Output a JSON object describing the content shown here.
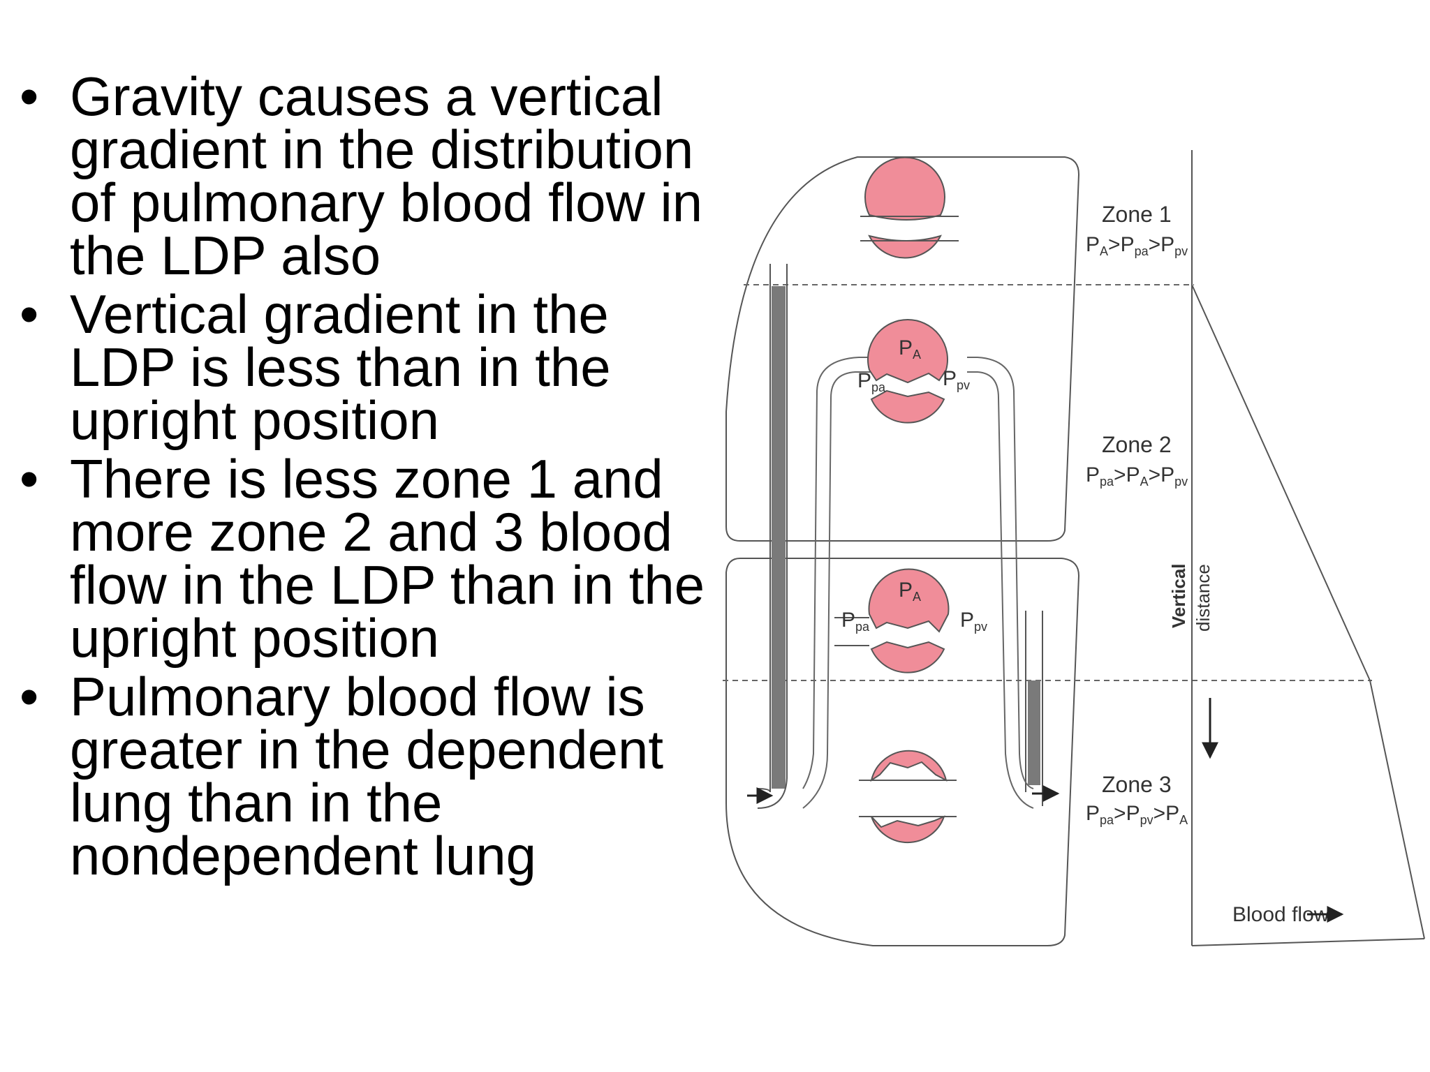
{
  "bullets": [
    "Gravity causes a vertical gradient in the distribution of pulmonary blood flow in the LDP also",
    "Vertical gradient in the LDP is less than in the upright position",
    "There is less zone 1 and more zone 2 and 3 blood flow in the LDP than in the upright position",
    "Pulmonary blood flow is greater in the dependent lung than in the nondependent lung"
  ],
  "diagram": {
    "zone1": {
      "title": "Zone 1",
      "rel": [
        "P",
        "A",
        ">",
        "P",
        "pa",
        ">",
        "P",
        "pv"
      ]
    },
    "zone2": {
      "title": "Zone 2",
      "rel": [
        "P",
        "pa",
        ">",
        "P",
        "A",
        ">",
        "P",
        "pv"
      ]
    },
    "zone3": {
      "title": "Zone 3",
      "rel": [
        "P",
        "pa",
        ">",
        "P",
        "pv",
        ">",
        "P",
        "A"
      ]
    },
    "axis_vertical_1": "Vertical",
    "axis_vertical_2": "distance",
    "axis_flow": "Blood flow",
    "p_main": "P",
    "sub_a": "A",
    "sub_pa": "pa",
    "sub_pv": "pv",
    "colors": {
      "alveolus": "#f08d99",
      "line": "#555555",
      "column": "#7a7a7a"
    }
  }
}
